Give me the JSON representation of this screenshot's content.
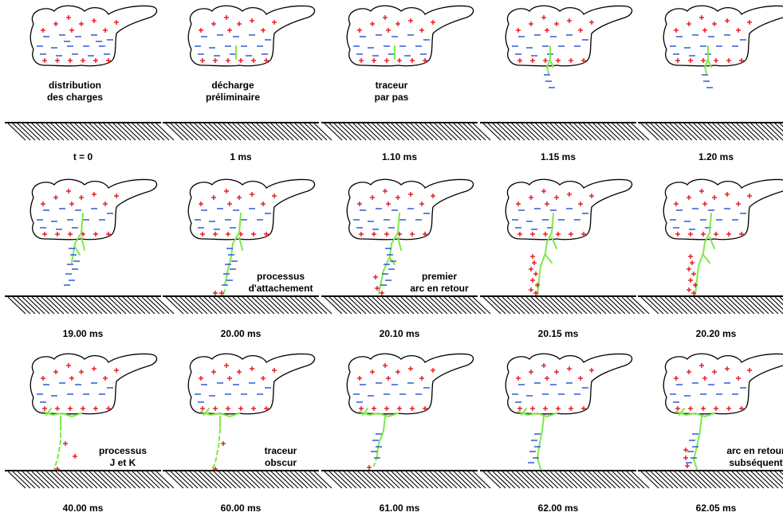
{
  "colors": {
    "positive": "#e8141b",
    "negative": "#1f4fd1",
    "channel": "#7ee848",
    "outline": "#000000",
    "ground": "#000000"
  },
  "panels": [
    {
      "time": "t = 0",
      "stage": "distribution\ndes charges",
      "channel": "none",
      "ground_charges": 0,
      "cloud_negatives": 17,
      "below_negatives": 0
    },
    {
      "time": "1 ms",
      "stage": "décharge\npréliminaire",
      "channel": "preliminary",
      "ground_charges": 0,
      "cloud_negatives": 15,
      "below_negatives": 0
    },
    {
      "time": "1.10 ms",
      "stage": "traceur\npar pas",
      "channel": "preliminary",
      "ground_charges": 0,
      "cloud_negatives": 15,
      "below_negatives": 0
    },
    {
      "time": "1.15 ms",
      "stage": "",
      "channel": "stepped-short",
      "ground_charges": 0,
      "cloud_negatives": 13,
      "below_negatives": 3
    },
    {
      "time": "1.20 ms",
      "stage": "",
      "channel": "stepped-short",
      "ground_charges": 0,
      "cloud_negatives": 13,
      "below_negatives": 3
    },
    {
      "time": "19.00 ms",
      "stage": "",
      "channel": "stepped-long",
      "ground_charges": 0,
      "cloud_negatives": 13,
      "below_negatives": 8
    },
    {
      "time": "20.00 ms",
      "stage": "processus\nd'attachement",
      "channel": "attachment",
      "ground_charges": 2,
      "cloud_negatives": 13,
      "below_negatives": 8
    },
    {
      "time": "20.10 ms",
      "stage": "premier\narc en retour",
      "channel": "return",
      "ground_charges": 3,
      "cloud_negatives": 13,
      "below_negatives": 8
    },
    {
      "time": "20.15 ms",
      "stage": "",
      "channel": "return-full",
      "ground_charges": 8,
      "cloud_negatives": 13,
      "below_negatives": 0
    },
    {
      "time": "20.20 ms",
      "stage": "",
      "channel": "return-full",
      "ground_charges": 8,
      "cloud_negatives": 13,
      "below_negatives": 0
    },
    {
      "time": "40.00 ms",
      "stage": "processus\nJ et K",
      "channel": "dashed",
      "ground_charges": 3,
      "cloud_negatives": 11,
      "below_negatives": 0
    },
    {
      "time": "60.00 ms",
      "stage": "traceur\nobscur",
      "channel": "dashed-partial",
      "ground_charges": 2,
      "cloud_negatives": 11,
      "below_negatives": 0
    },
    {
      "time": "61.00 ms",
      "stage": "",
      "channel": "dart",
      "ground_charges": 1,
      "cloud_negatives": 11,
      "below_negatives": 5
    },
    {
      "time": "62.00 ms",
      "stage": "",
      "channel": "dart-full",
      "ground_charges": 0,
      "cloud_negatives": 11,
      "below_negatives": 6
    },
    {
      "time": "62.05 ms",
      "stage": "arc en retour\nsubséquent",
      "channel": "subsequent-return",
      "ground_charges": 3,
      "cloud_negatives": 11,
      "below_negatives": 6
    }
  ]
}
